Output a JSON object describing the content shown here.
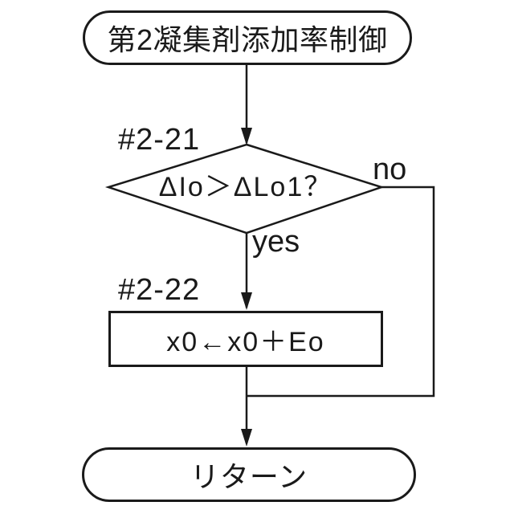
{
  "flowchart": {
    "start": {
      "label": "第2凝集剤添加率制御"
    },
    "decision": {
      "step_id": "#2-21",
      "condition": "ΔIo＞ΔLo1？",
      "branch_yes": "yes",
      "branch_no": "no"
    },
    "process": {
      "step_id": "#2-22",
      "expression": "x0←x0＋Eo"
    },
    "end": {
      "label": "リターン"
    }
  },
  "colors": {
    "stroke": "#1a1a1a",
    "background": "#ffffff"
  }
}
